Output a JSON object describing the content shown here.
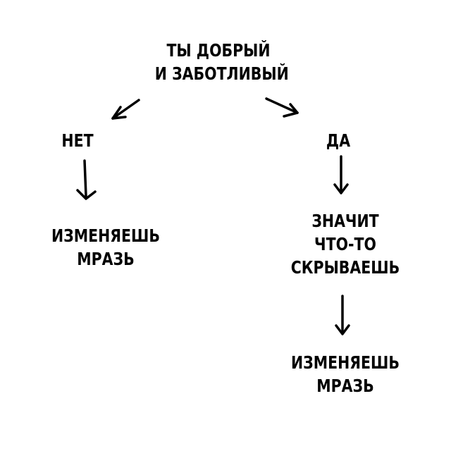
{
  "diagram": {
    "root": {
      "lines": [
        "ТЫ ДОБРЫЙ",
        "И ЗАБОТЛИВЫЙ"
      ]
    },
    "left_branch": {
      "label": "НЕТ",
      "result": {
        "lines": [
          "ИЗМЕНЯЕШЬ",
          "МРАЗЬ"
        ]
      }
    },
    "right_branch": {
      "label": "ДА",
      "middle": {
        "lines": [
          "ЗНАЧИТ",
          "ЧТО-ТО",
          "СКРЫВАЕШЬ"
        ]
      },
      "result": {
        "lines": [
          "ИЗМЕНЯЕШЬ",
          "МРАЗЬ"
        ]
      }
    }
  }
}
